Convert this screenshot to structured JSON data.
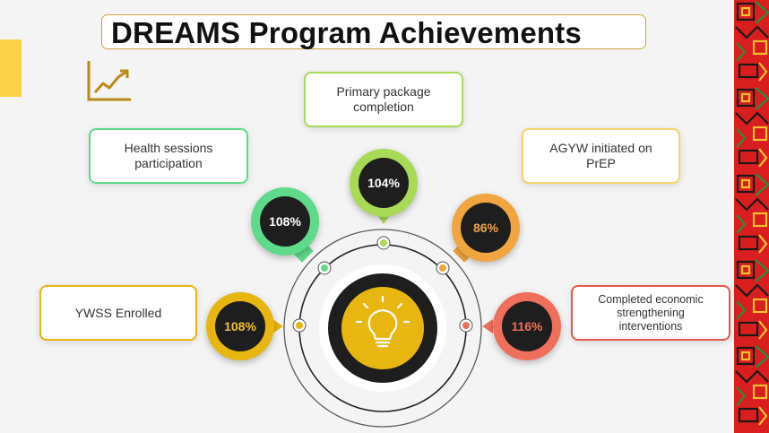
{
  "title": "DREAMS Program Achievements",
  "icons": {
    "chart": "line-chart-icon",
    "center": "lightbulb-icon"
  },
  "colors": {
    "yellow": "#e8b610",
    "green": "#5fd98a",
    "lime": "#a8d957",
    "orange": "#f0a541",
    "coral": "#ef6f5d",
    "title_border": "#c9a43a"
  },
  "items": {
    "ywss": {
      "label": "YWSS Enrolled",
      "value": "108%"
    },
    "health": {
      "label": "Health sessions participation",
      "value": "108%"
    },
    "primary": {
      "label": "Primary package completion",
      "value": "104%"
    },
    "prep": {
      "label": "AGYW initiated on PrEP",
      "value": "86%"
    },
    "economic": {
      "label": "Completed economic strengthening interventions",
      "value": "116%"
    }
  }
}
